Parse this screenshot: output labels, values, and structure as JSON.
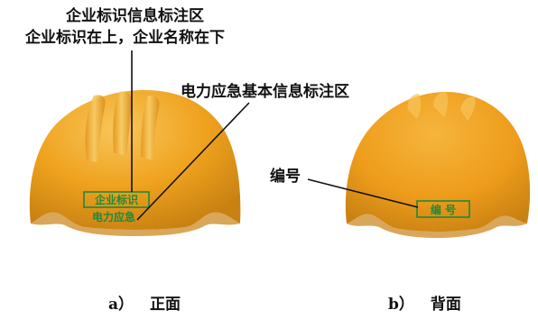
{
  "front": {
    "callout_title": "企业标识信息标注区",
    "callout_subtitle": "企业标识在上，企业名称在下",
    "emergency_callout": "电力应急基本信息标注区",
    "box_logo": "企业标识",
    "box_emergency": "电力应急",
    "caption_letter": "a）",
    "caption_text": "正面"
  },
  "back": {
    "callout_number": "编号",
    "box_number": "编 号",
    "caption_letter": "b）",
    "caption_text": "背面"
  },
  "colors": {
    "helmet_main": "#EFA21E",
    "helmet_light": "#F6C24A",
    "helmet_dark": "#C98212",
    "label_green": "#1F8A3B",
    "line": "#111111"
  }
}
